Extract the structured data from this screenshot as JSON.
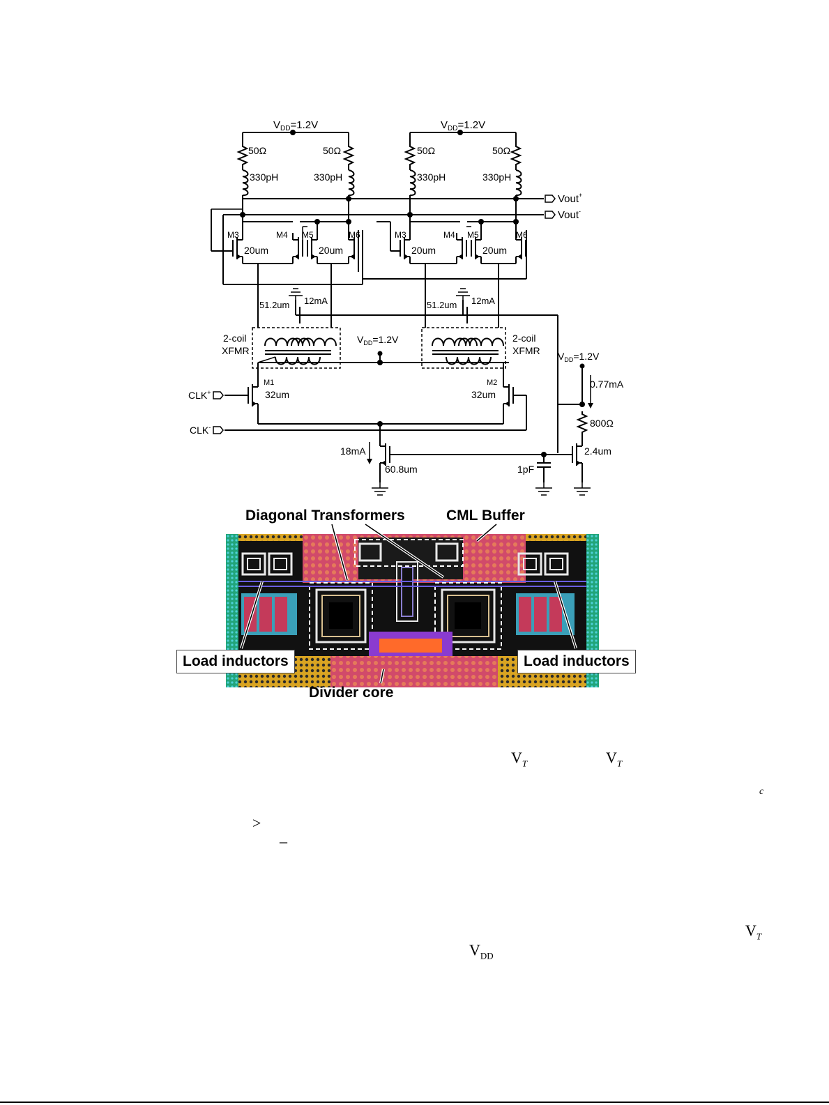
{
  "schematic": {
    "vdd_top_left": [
      "V",
      "DD",
      "=1.2V"
    ],
    "vdd_top_right": [
      "V",
      "DD",
      "=1.2V"
    ],
    "vdd_mid": [
      "V",
      "DD",
      "=1.2V"
    ],
    "vdd_bias": [
      "V",
      "DD",
      "=1.2V"
    ],
    "r_load": "50Ω",
    "l_load": "330pH",
    "vout_p": [
      "Vout",
      "+"
    ],
    "vout_n": [
      "Vout",
      "-"
    ],
    "m3": "M3",
    "m4": "M4",
    "m5": "M5",
    "m6": "M6",
    "w_latch": "20um",
    "w_src": "51.2um",
    "i_src": "12mA",
    "xfmr": [
      "2-coil",
      "XFMR"
    ],
    "m1": "M1",
    "m2": "M2",
    "w_input": "32um",
    "clk_p": [
      "CLK",
      "+"
    ],
    "clk_n": [
      "CLK",
      "-"
    ],
    "i_tail": "18mA",
    "w_tail": "60.8um",
    "cap": "1pF",
    "i_bias": "0.77mA",
    "r_bias": "800Ω",
    "w_bias": "2.4um"
  },
  "layout": {
    "label_transformers": "Diagonal Transformers",
    "label_buffer": "CML Buffer",
    "label_load_left": "Load inductors",
    "label_load_right": "Load inductors",
    "label_core": "Divider core"
  },
  "text_fragments": {
    "vt1": [
      "V",
      "T"
    ],
    "vt2": [
      "V",
      "T"
    ],
    "c_mark": "c",
    "gt": ">",
    "dash": "–",
    "vt3": [
      "V",
      "T"
    ],
    "vdd": [
      "V",
      "DD"
    ]
  }
}
